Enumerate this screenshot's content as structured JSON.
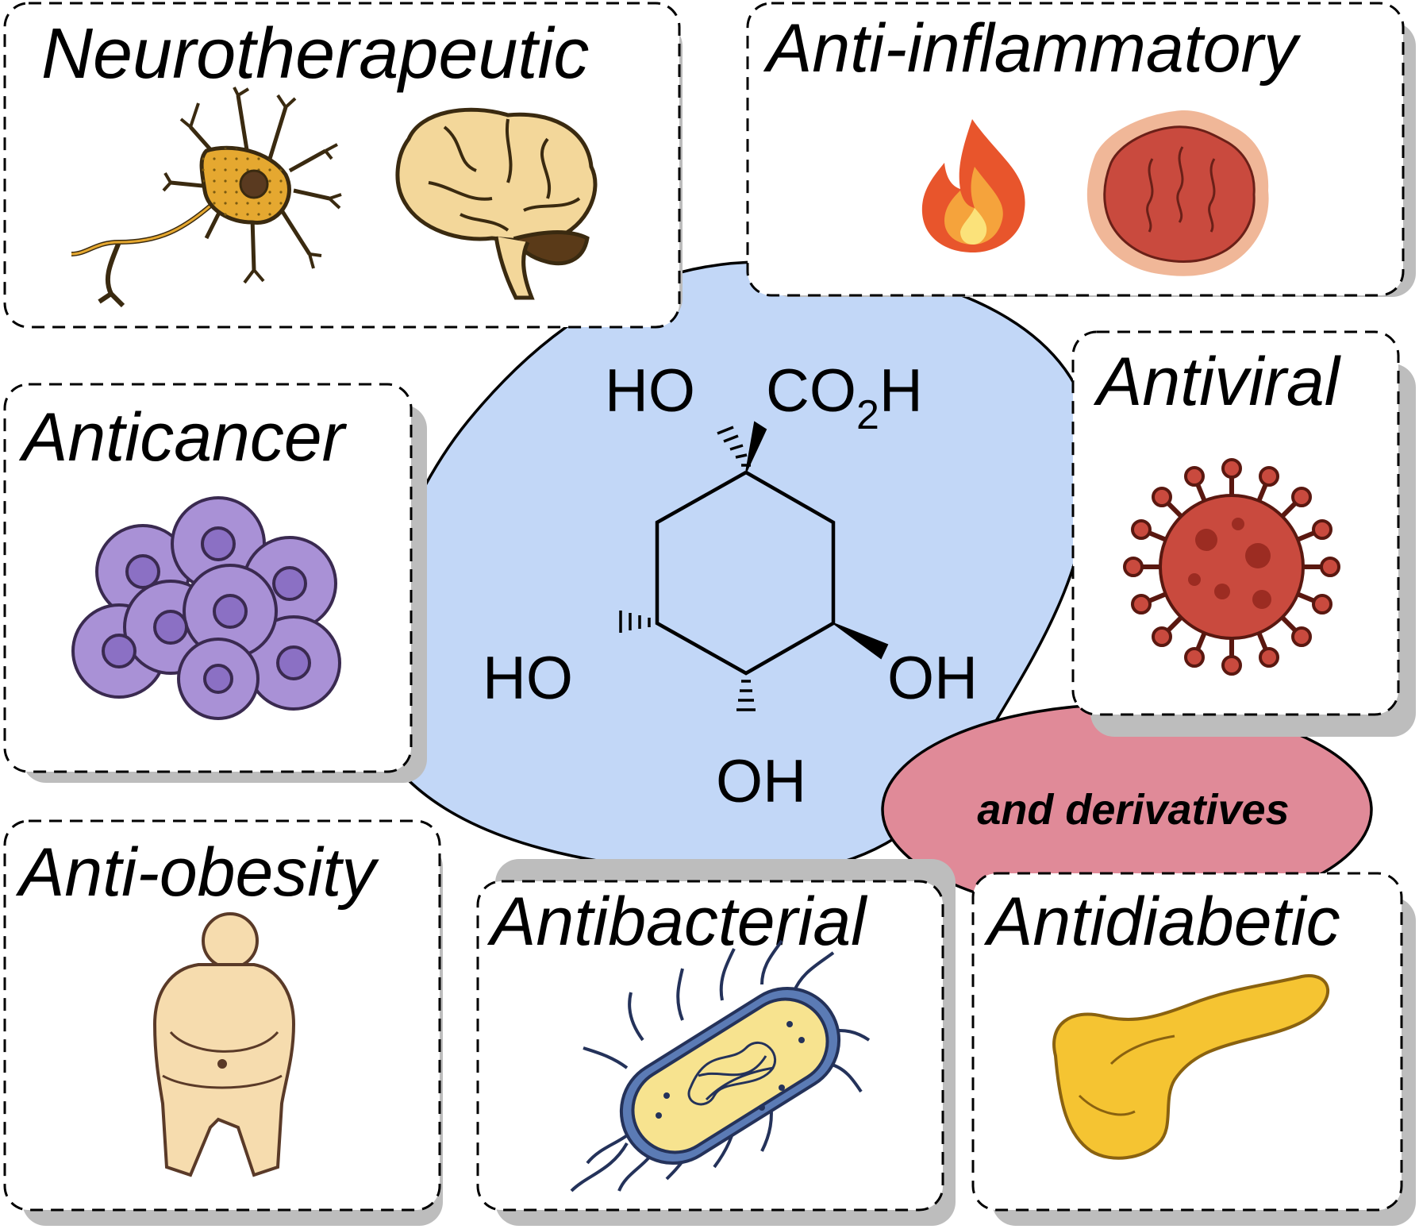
{
  "colors": {
    "blob_fill": "#c2d7f7",
    "derivatives_fill": "#e08a98",
    "panel_shadow": "#bdbdbd",
    "panel_border": "#000000"
  },
  "molecule": {
    "ho_top": "HO",
    "co2h_prefix": "CO",
    "co2h_sub": "2",
    "co2h_suffix": "H",
    "ho_left": "HO",
    "oh_right": "OH",
    "oh_bottom": "OH"
  },
  "derivatives_label": "and derivatives",
  "panels": [
    {
      "label": "Neurotherapeutic",
      "icons": [
        "neuron-icon",
        "brain-icon"
      ]
    },
    {
      "label": "Anti-inflammatory",
      "icons": [
        "flame-icon",
        "inflamed-tissue-icon"
      ]
    },
    {
      "label": "Antiviral",
      "icons": [
        "virus-icon"
      ]
    },
    {
      "label": "Anticancer",
      "icons": [
        "cancer-cells-icon"
      ]
    },
    {
      "label": "Anti-obesity",
      "icons": [
        "obese-person-icon"
      ]
    },
    {
      "label": "Antibacterial",
      "icons": [
        "bacterium-icon"
      ]
    },
    {
      "label": "Antidiabetic",
      "icons": [
        "pancreas-icon"
      ]
    }
  ]
}
